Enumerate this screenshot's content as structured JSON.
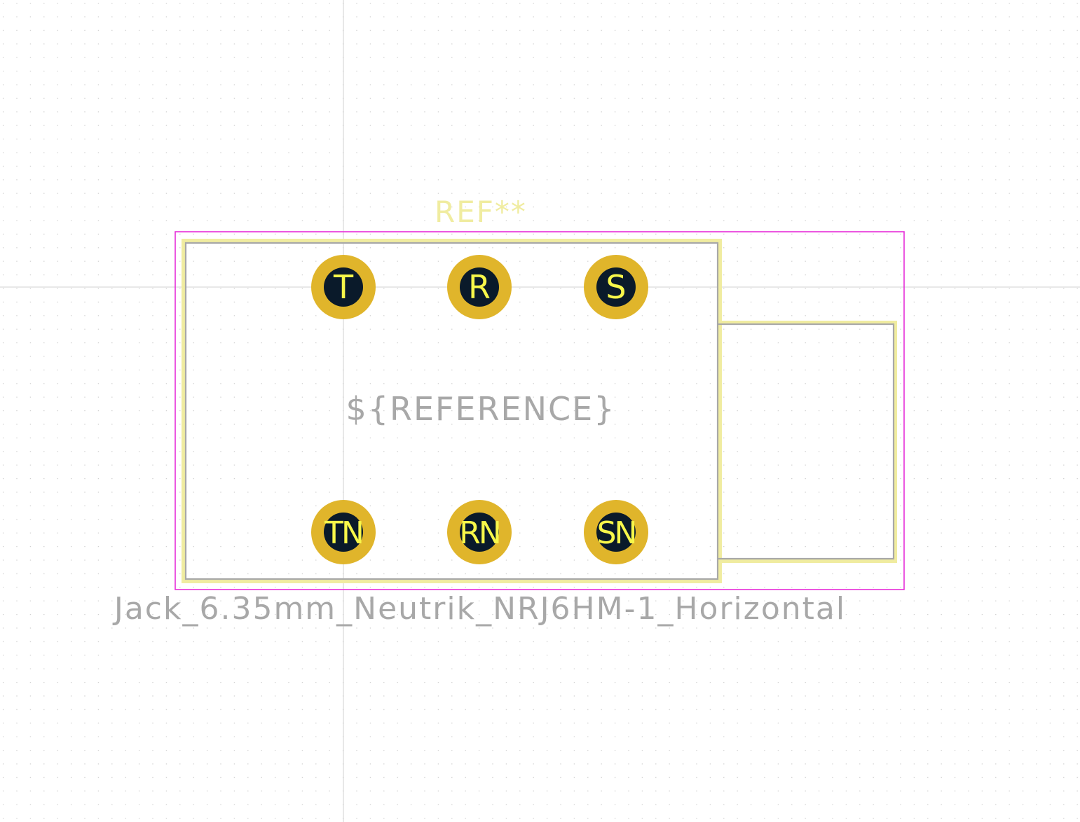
{
  "footprint": {
    "reference": "REF**",
    "value_text": "${REFERENCE}",
    "name": "Jack_6.35mm_Neutrik_NRJ6HM-1_Horizontal"
  },
  "pads": [
    {
      "label": "T"
    },
    {
      "label": "R"
    },
    {
      "label": "S"
    },
    {
      "label": "TN"
    },
    {
      "label": "RN"
    },
    {
      "label": "SN"
    }
  ],
  "colors": {
    "background": "#ffffff",
    "grid_dot": "#c8c8c8",
    "crosshair": "#cfcfcf",
    "courtyard": "#e62ed8",
    "silkscreen": "#f0eca0",
    "fab_outline": "#a8a8a8",
    "pad_copper": "#e0b52b",
    "pad_hole": "#0a1a2a",
    "pad_text": "#f7f74a",
    "reference_text": "#f0eca0",
    "value_text": "#a8a8a8"
  }
}
